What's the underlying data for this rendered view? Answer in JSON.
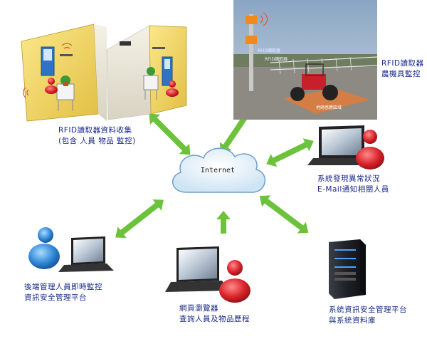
{
  "cloud": {
    "label": "Internet"
  },
  "nodes": {
    "rfid_collect": {
      "line1": "RFID讀取器資料收集",
      "line2": "(包含 人員 物品 監控)"
    },
    "rfid_farm": {
      "line1": "RFID讀取器",
      "line2": "農機具監控"
    },
    "farm_photo": {
      "sign1": "RFID讀取器",
      "sign2": "RFID讀取器",
      "zone": "地磅感應區域"
    },
    "alert": {
      "line1": "系統發現異常狀況",
      "line2": "E-Mail通知相關人員"
    },
    "admin": {
      "line1": "後端管理人員即時監控",
      "line2": "資訊安全管理平台"
    },
    "browser": {
      "line1": "網頁瀏覽器",
      "line2": "查詢人員及物品歷程"
    },
    "server": {
      "line1": "系統資訊安全管理平台",
      "line2": "與系統資料庫"
    }
  },
  "colors": {
    "arrow": "#6cc23a",
    "caption": "#1a2a8a",
    "user_red": "#d8232a",
    "user_blue": "#2f86d6",
    "wall": "#f2d66a"
  }
}
